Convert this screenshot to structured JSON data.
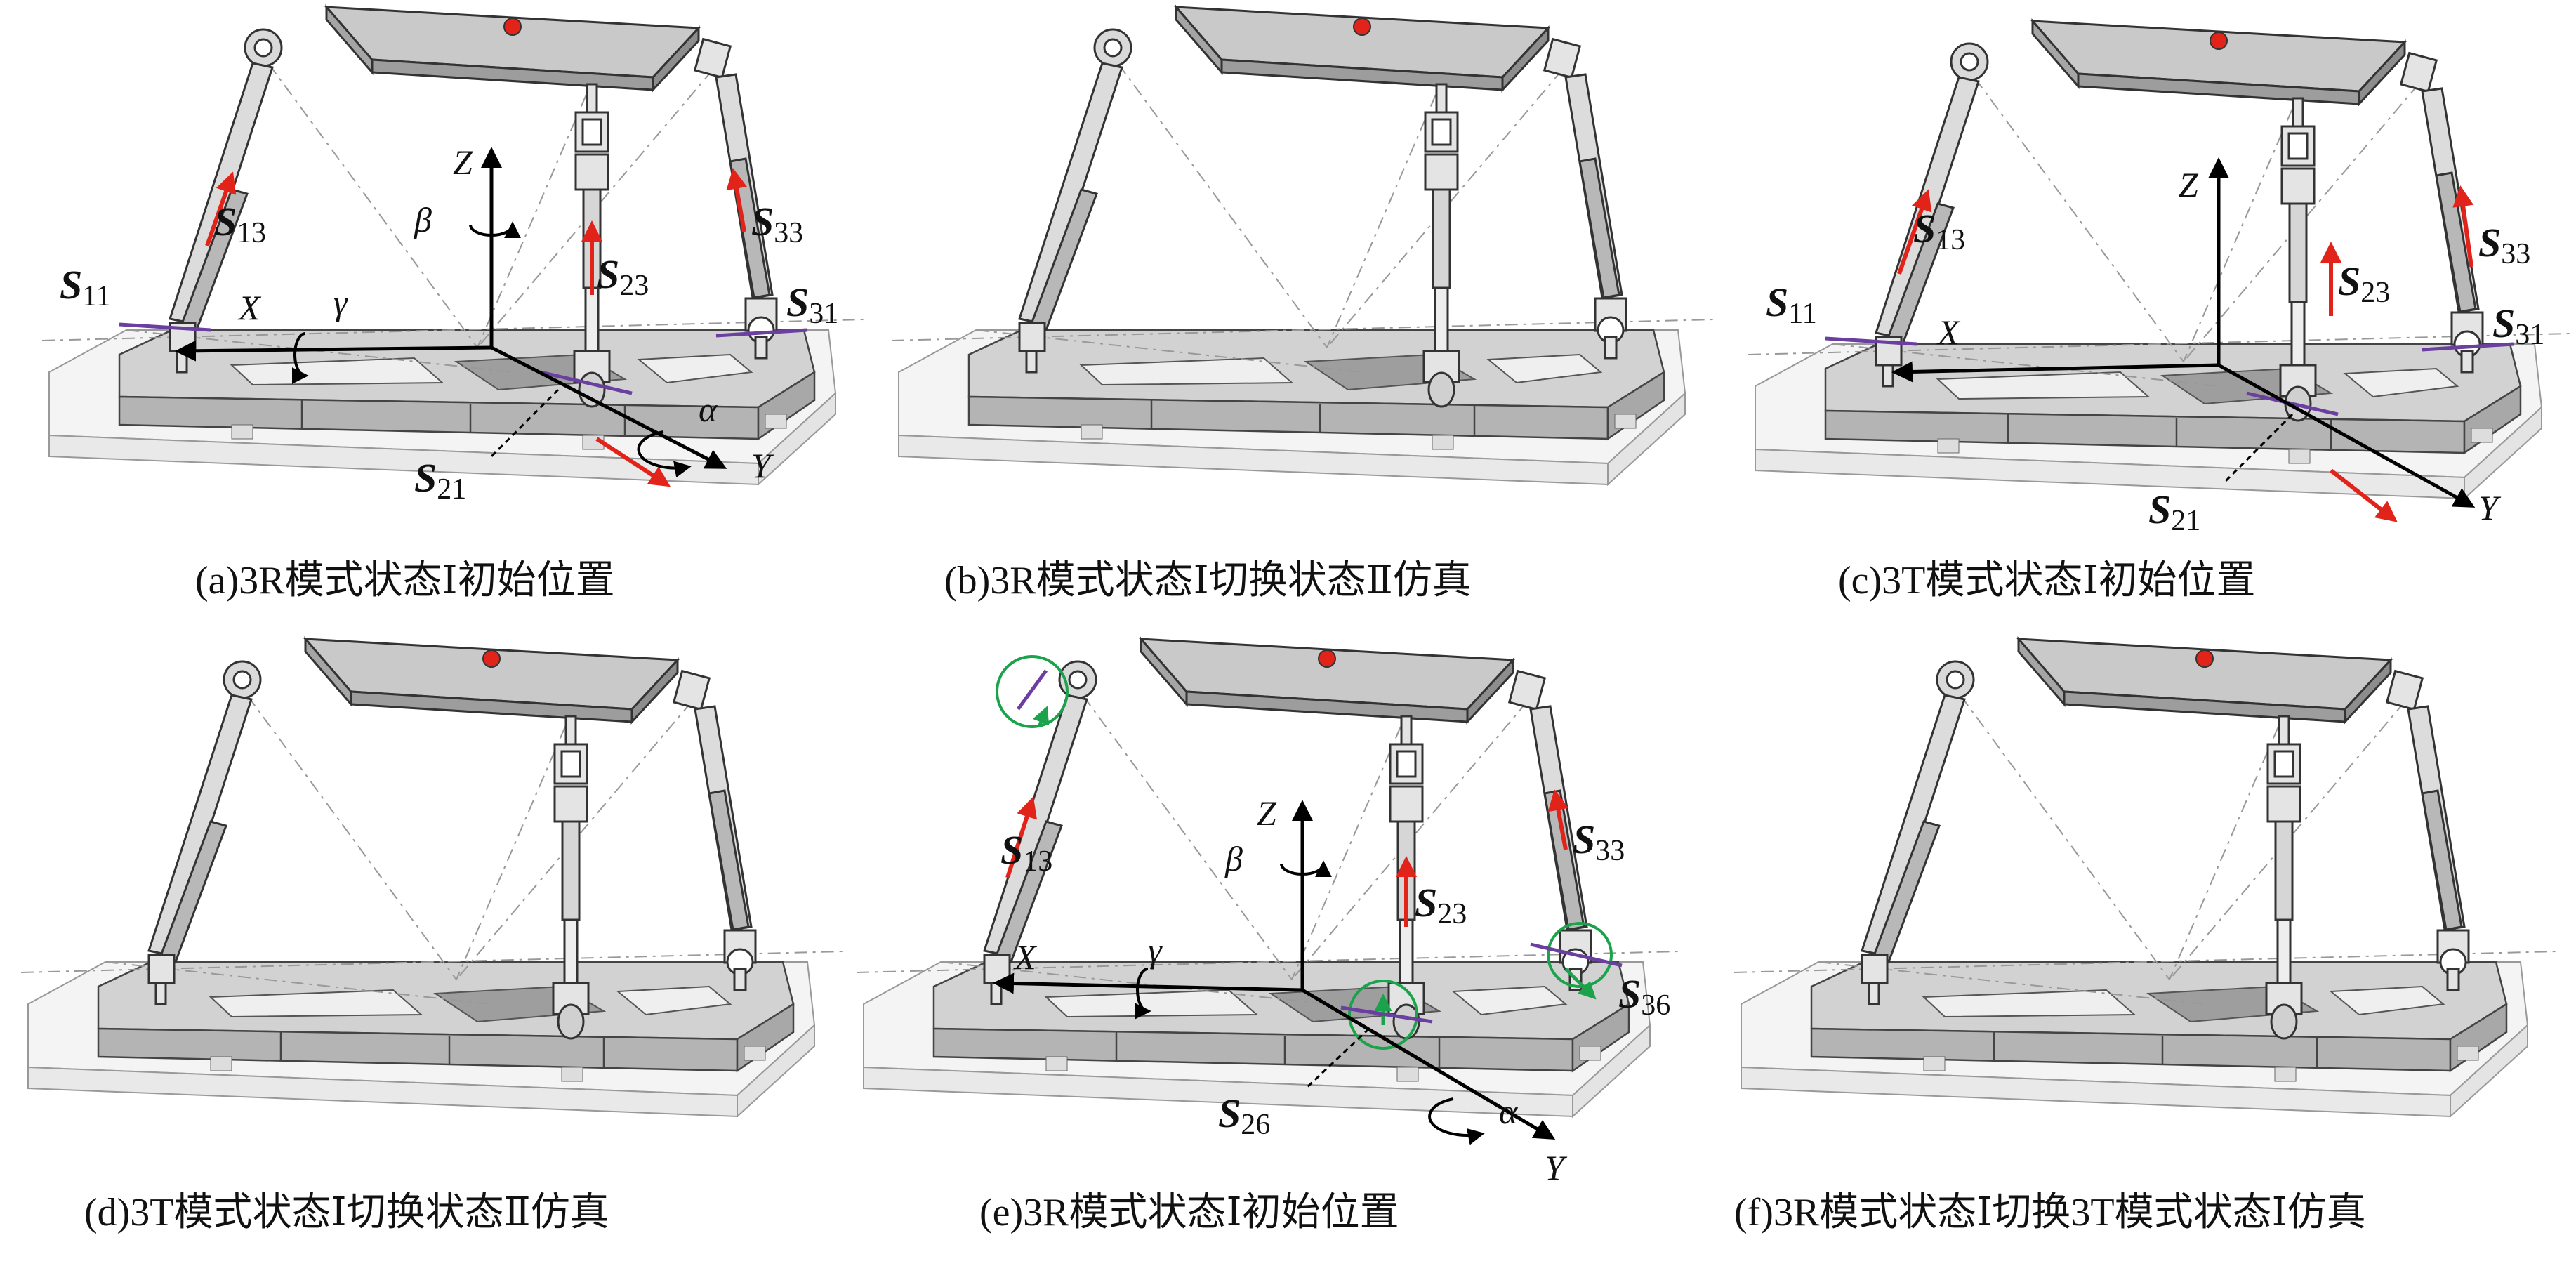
{
  "colors": {
    "platform": "#c8c8c8",
    "platform_dark": "#9a9a9a",
    "base_top": "#cfcfcf",
    "base_side": "#b5b5b5",
    "glass": "#f2f2f2",
    "link": "#d9d9d9",
    "edge": "#333333",
    "red": "#e2231a",
    "purple": "#6a3fa0",
    "green": "#1aa34a",
    "black": "#000000"
  },
  "panels": [
    {
      "caption": "(a)3R模式状态Ⅰ初始位置",
      "labels": {
        "s11": "S",
        "s11_sub": "11",
        "s13": "S",
        "s13_sub": "13",
        "s23": "S",
        "s23_sub": "23",
        "s33": "S",
        "s33_sub": "33",
        "s31": "S",
        "s31_sub": "31",
        "s21": "S",
        "s21_sub": "21"
      },
      "axes": {
        "x": "X",
        "y": "Y",
        "z": "Z",
        "alpha": "α",
        "beta": "β",
        "gamma": "γ"
      }
    },
    {
      "caption": "(b)3R模式状态Ⅰ切换状态Ⅱ仿真"
    },
    {
      "caption": "(c)3T模式状态Ⅰ初始位置",
      "labels": {
        "s11": "S",
        "s11_sub": "11",
        "s13": "S",
        "s13_sub": "13",
        "s23": "S",
        "s23_sub": "23",
        "s33": "S",
        "s33_sub": "33",
        "s31": "S",
        "s31_sub": "31",
        "s21": "S",
        "s21_sub": "21"
      },
      "axes": {
        "x": "X",
        "y": "Y",
        "z": "Z"
      }
    },
    {
      "caption": "(d)3T模式状态Ⅰ切换状态Ⅱ仿真"
    },
    {
      "caption": "(e)3R模式状态Ⅰ初始位置",
      "labels": {
        "s13": "S",
        "s13_sub": "13",
        "s23": "S",
        "s23_sub": "23",
        "s33": "S",
        "s33_sub": "33",
        "s36": "S",
        "s36_sub": "36",
        "s26": "S",
        "s26_sub": "26"
      },
      "axes": {
        "x": "X",
        "y": "Y",
        "z": "Z",
        "alpha": "α",
        "beta": "β",
        "gamma": "γ"
      }
    },
    {
      "caption": "(f)3R模式状态Ⅰ切换3T模式状态Ⅰ仿真"
    }
  ]
}
